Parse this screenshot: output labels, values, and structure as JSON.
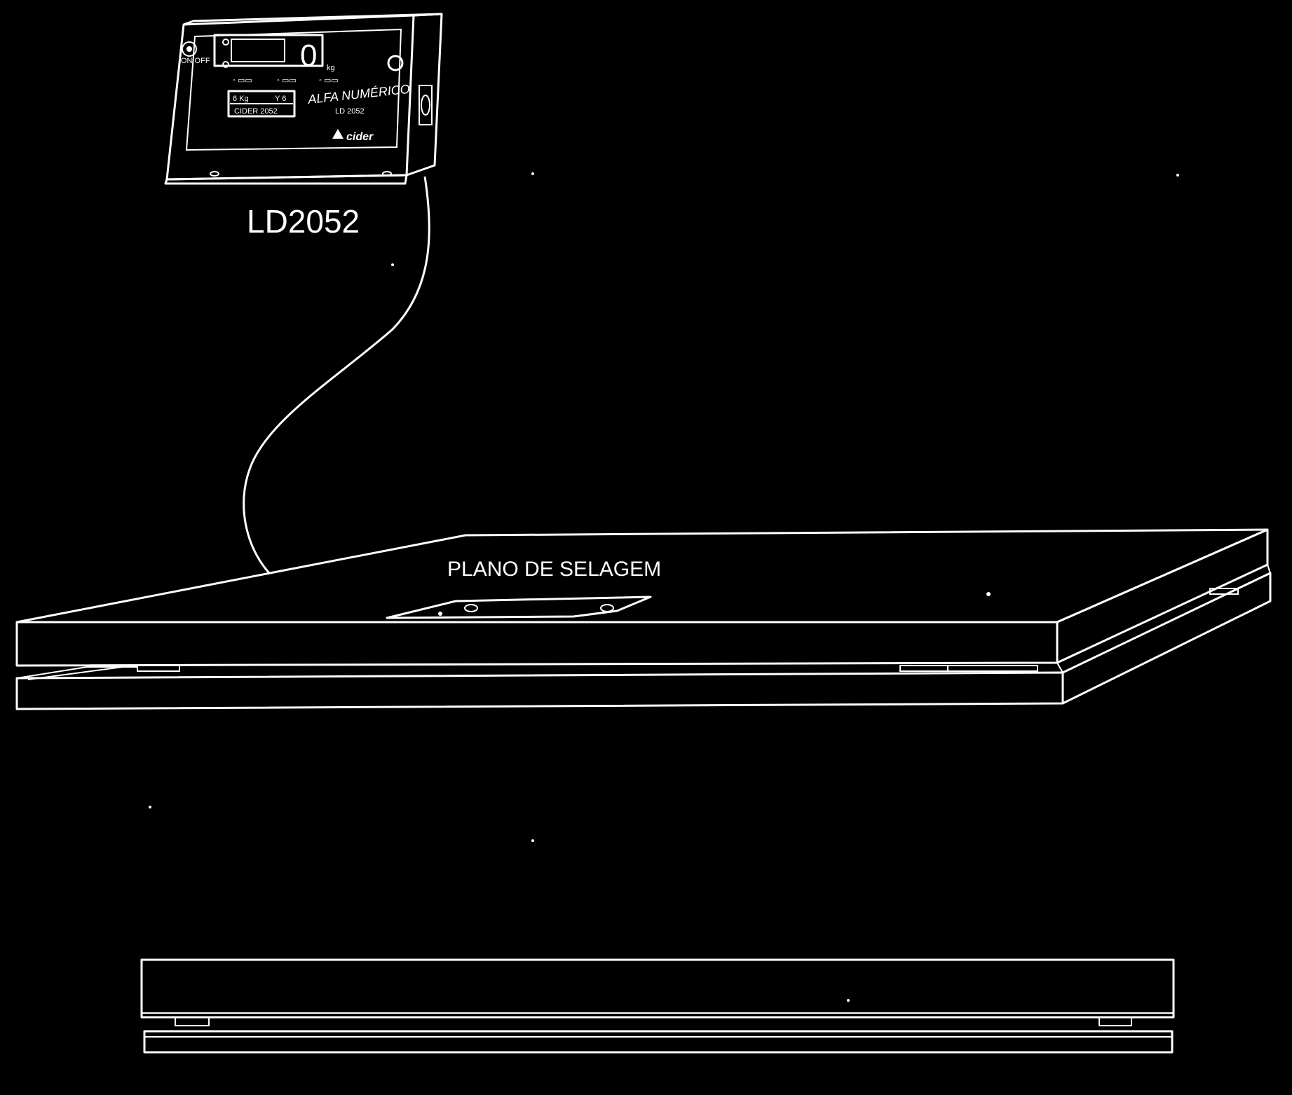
{
  "labels": {
    "model": "LD2052",
    "plane": "PLANO DE SELAGEM"
  },
  "indicator": {
    "display_digit": "0",
    "unit": "kg",
    "brand_text": "ALFA NUMÉRICO",
    "model_small": "LD 2052",
    "manufacturer": "cider",
    "plate_line1_left": "6 Kg",
    "plate_line1_right": "Y 6",
    "plate_line2": "CIDER 2052"
  },
  "colors": {
    "background": "#000000",
    "lines": "#ffffff"
  }
}
